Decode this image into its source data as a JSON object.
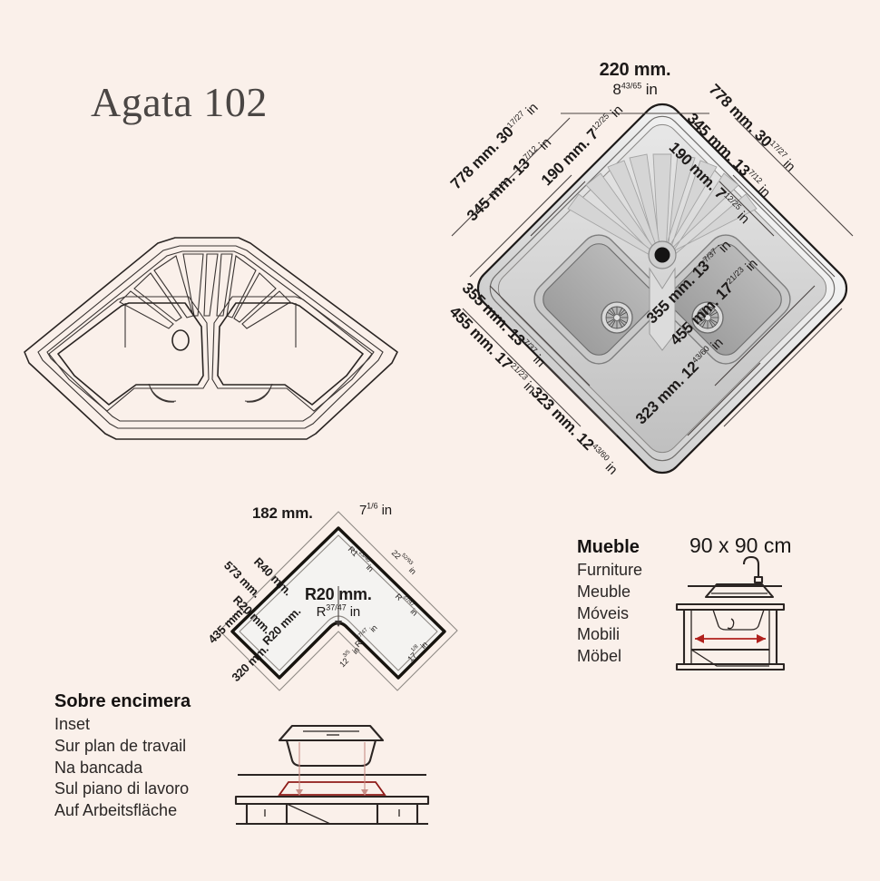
{
  "page": {
    "background_color": "#faf0ea",
    "title": "Agata 102"
  },
  "top_view": {
    "caption_top_center": {
      "mm": "220 mm.",
      "in_whole": "8",
      "in_frac": "43/65",
      "in_unit": " in"
    },
    "left_dims": [
      {
        "mm": "778 mm.",
        "in_whole": "30",
        "in_frac": "17/27",
        "in_unit": " in"
      },
      {
        "mm": "345 mm.",
        "in_whole": "13",
        "in_frac": "7/12",
        "in_unit": " in"
      },
      {
        "mm": "190 mm.",
        "in_whole": "7",
        "in_frac": "12/25",
        "in_unit": " in"
      },
      {
        "mm": "355 mm.",
        "in_whole": "13",
        "in_frac": "7/37",
        "in_unit": " in"
      },
      {
        "mm": "455 mm.",
        "in_whole": "17",
        "in_frac": "21/23",
        "in_unit": " in"
      },
      {
        "mm": "323 mm.",
        "in_whole": "12",
        "in_frac": "43/60",
        "in_unit": " in"
      }
    ],
    "right_dims": [
      {
        "mm": "778 mm.",
        "in_whole": "30",
        "in_frac": "17/27",
        "in_unit": " in"
      },
      {
        "mm": "345 mm.",
        "in_whole": "13",
        "in_frac": "7/12",
        "in_unit": " in"
      },
      {
        "mm": "190 mm.",
        "in_whole": "7",
        "in_frac": "12/25",
        "in_unit": " in"
      },
      {
        "mm": "355 mm.",
        "in_whole": "13",
        "in_frac": "7/37",
        "in_unit": " in"
      },
      {
        "mm": "455 mm.",
        "in_whole": "17",
        "in_frac": "21/23",
        "in_unit": " in"
      },
      {
        "mm": "323 mm.",
        "in_whole": "12",
        "in_frac": "43/60",
        "in_unit": " in"
      }
    ]
  },
  "cutout_view": {
    "top_left_mm": "182 mm.",
    "top_right_in": {
      "whole": "7",
      "frac": "1/6",
      "unit": " in"
    },
    "left_upper_mm": "573 mm.",
    "left_lower_mm": "435 mm.",
    "bottom_mm": "320 mm.",
    "radius_upper_outer": "R40 mm.",
    "radius_left": "R20 mm.",
    "radius_bottom_left": "R20 mm.",
    "center_radius_mm": "R20 mm.",
    "center_radius_in": {
      "prefix": "R",
      "frac": "37/47",
      "unit": " in"
    },
    "right_upper_radius_in": {
      "prefix": "R1",
      "frac": "23/40",
      "unit": " in"
    },
    "right_long_in": {
      "whole": "22",
      "frac": "52/93",
      "unit": " in"
    },
    "right_mid_radius_in": {
      "prefix": "R",
      "frac": "37/47",
      "unit": " in"
    },
    "right_lower_radius_in": {
      "prefix": "R",
      "frac": "37/47",
      "unit": " in"
    },
    "bottom_center_in": {
      "whole": "12",
      "frac": "3/5",
      "unit": " in"
    },
    "bottom_right_in": {
      "whole": "17",
      "frac": "1/8",
      "unit": " in"
    }
  },
  "inset_block": {
    "heading": "Sobre encimera",
    "translations": [
      "Inset",
      "Sur plan de travail",
      "Na bancada",
      "Sul piano di lavoro",
      "Auf Arbeitsfläche"
    ]
  },
  "furniture_block": {
    "heading": "Mueble",
    "translations": [
      "Furniture",
      "Meuble",
      "Móveis",
      "Mobili",
      "Möbel"
    ],
    "size": "90 x 90 cm",
    "accent_color": "#b0201c"
  }
}
